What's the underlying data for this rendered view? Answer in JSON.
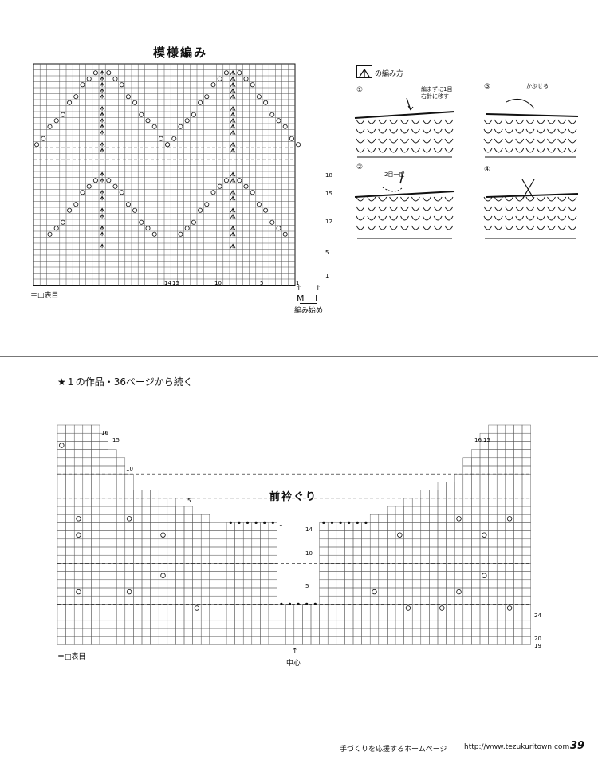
{
  "pattern": {
    "title": "模様編み",
    "row_labels": [
      "18",
      "15",
      "12",
      "5",
      "1"
    ],
    "col_labels": [
      "15",
      "10",
      "5",
      "1"
    ],
    "col_label_extra": "14",
    "legend_text": "＝□表目",
    "marker_M": "M",
    "marker_L": "L",
    "start_label": "編み始め"
  },
  "instructions": {
    "symbol_label": "の編み方",
    "step1": "①",
    "step2": "②",
    "step3": "③",
    "step4": "④",
    "note1_line1": "編まずに1目",
    "note1_line2": "右針に移す",
    "note2": "2目一度",
    "note3": "かぶせる"
  },
  "section": {
    "heading": "★１の作品・36ページから続く"
  },
  "collar": {
    "title": "前衿ぐり",
    "left_labels": [
      "16",
      "15",
      "10",
      "5",
      "1"
    ],
    "right_labels": [
      "16",
      "15"
    ],
    "center_row_labels": [
      "14",
      "10",
      "5"
    ],
    "right_row_labels": [
      "24",
      "20",
      "19"
    ],
    "legend_text": "＝□表目",
    "center_label": "中心"
  },
  "footer": {
    "text": "手づくりを応援するホームページ",
    "url": "http://www.tezukuritown.com",
    "page": "39"
  }
}
